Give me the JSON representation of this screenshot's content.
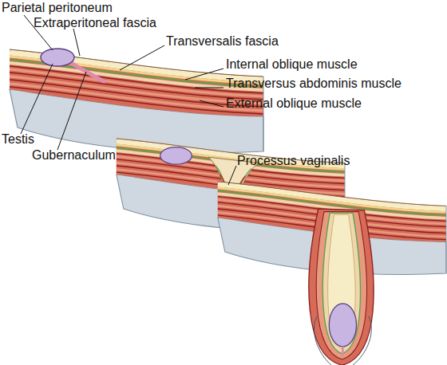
{
  "diagram": {
    "labels": [
      "Parietal peritoneum",
      "Extraperitoneal fascia",
      "Transversalis fascia",
      "Internal oblique muscle",
      "Transversus abdominis muscle",
      "External oblique muscle",
      "Testis",
      "Gubernaculum",
      "Processus vaginalis"
    ]
  }
}
